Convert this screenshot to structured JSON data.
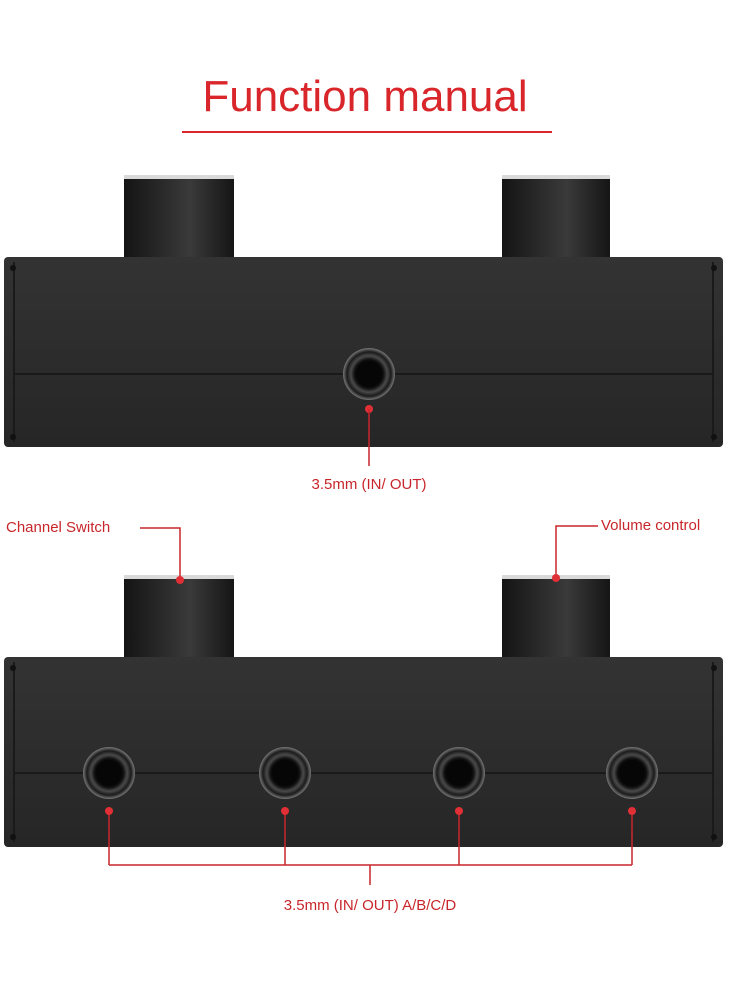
{
  "title": "Function manual",
  "top_device": {
    "port_label": "3.5mm (IN/ OUT)"
  },
  "bottom_device": {
    "left_knob_label": "Channel Switch",
    "right_knob_label": "Volume control",
    "ports_label": "3.5mm (IN/ OUT) A/B/C/D"
  },
  "colors": {
    "accent": "#d8262a",
    "device_body": "#2b2b2b",
    "knob": "#1e1e1e"
  }
}
